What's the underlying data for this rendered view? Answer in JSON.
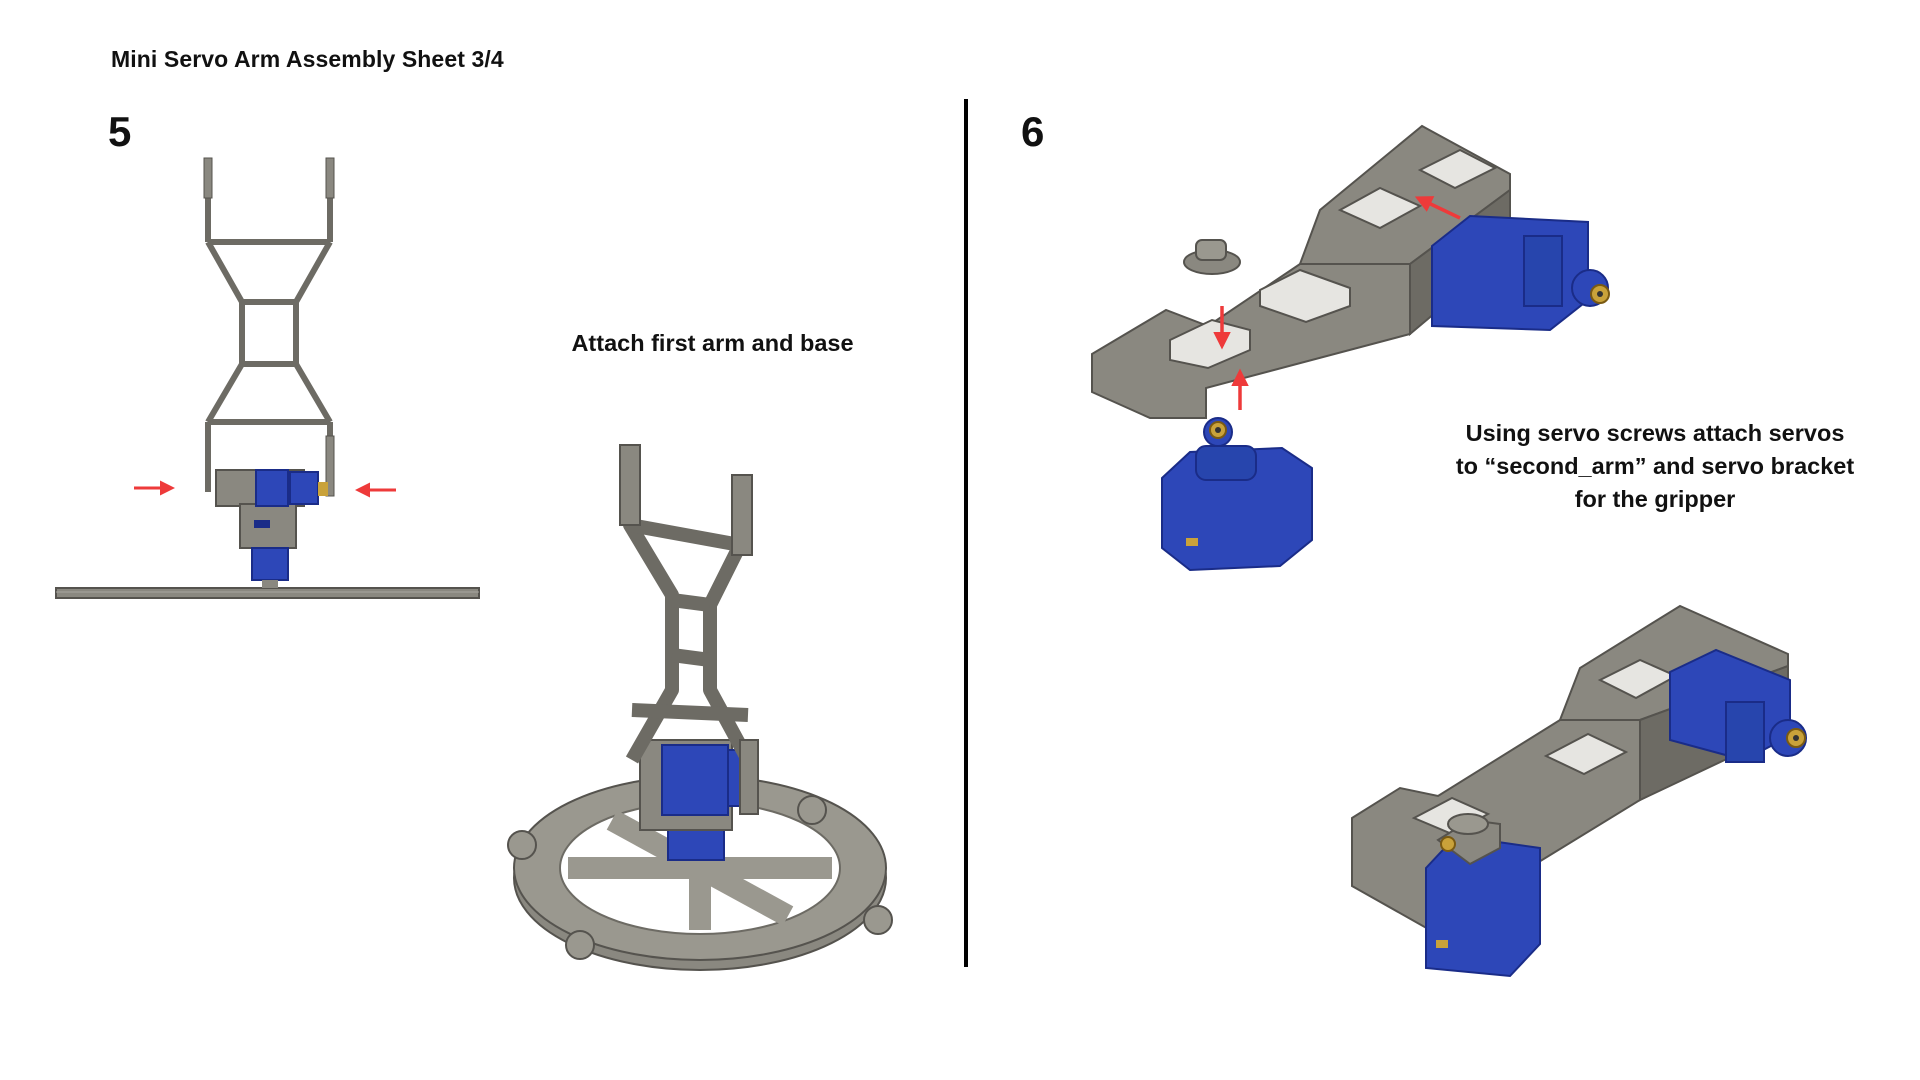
{
  "sheet": {
    "title": "Mini Servo Arm Assembly Sheet 3/4"
  },
  "step5": {
    "number": "5",
    "caption": "Attach first arm and base"
  },
  "step6": {
    "number": "6",
    "caption_lines": [
      "Using servo screws attach servos",
      "to “second_arm” and servo bracket",
      "for the gripper"
    ]
  },
  "colors": {
    "part_gray": "#7d7b74",
    "part_dark": "#55534e",
    "servo_blue": "#2d47b8",
    "servo_dark": "#1a2c88",
    "arrow_red": "#ee3a3a",
    "brass": "#c9a23a"
  }
}
